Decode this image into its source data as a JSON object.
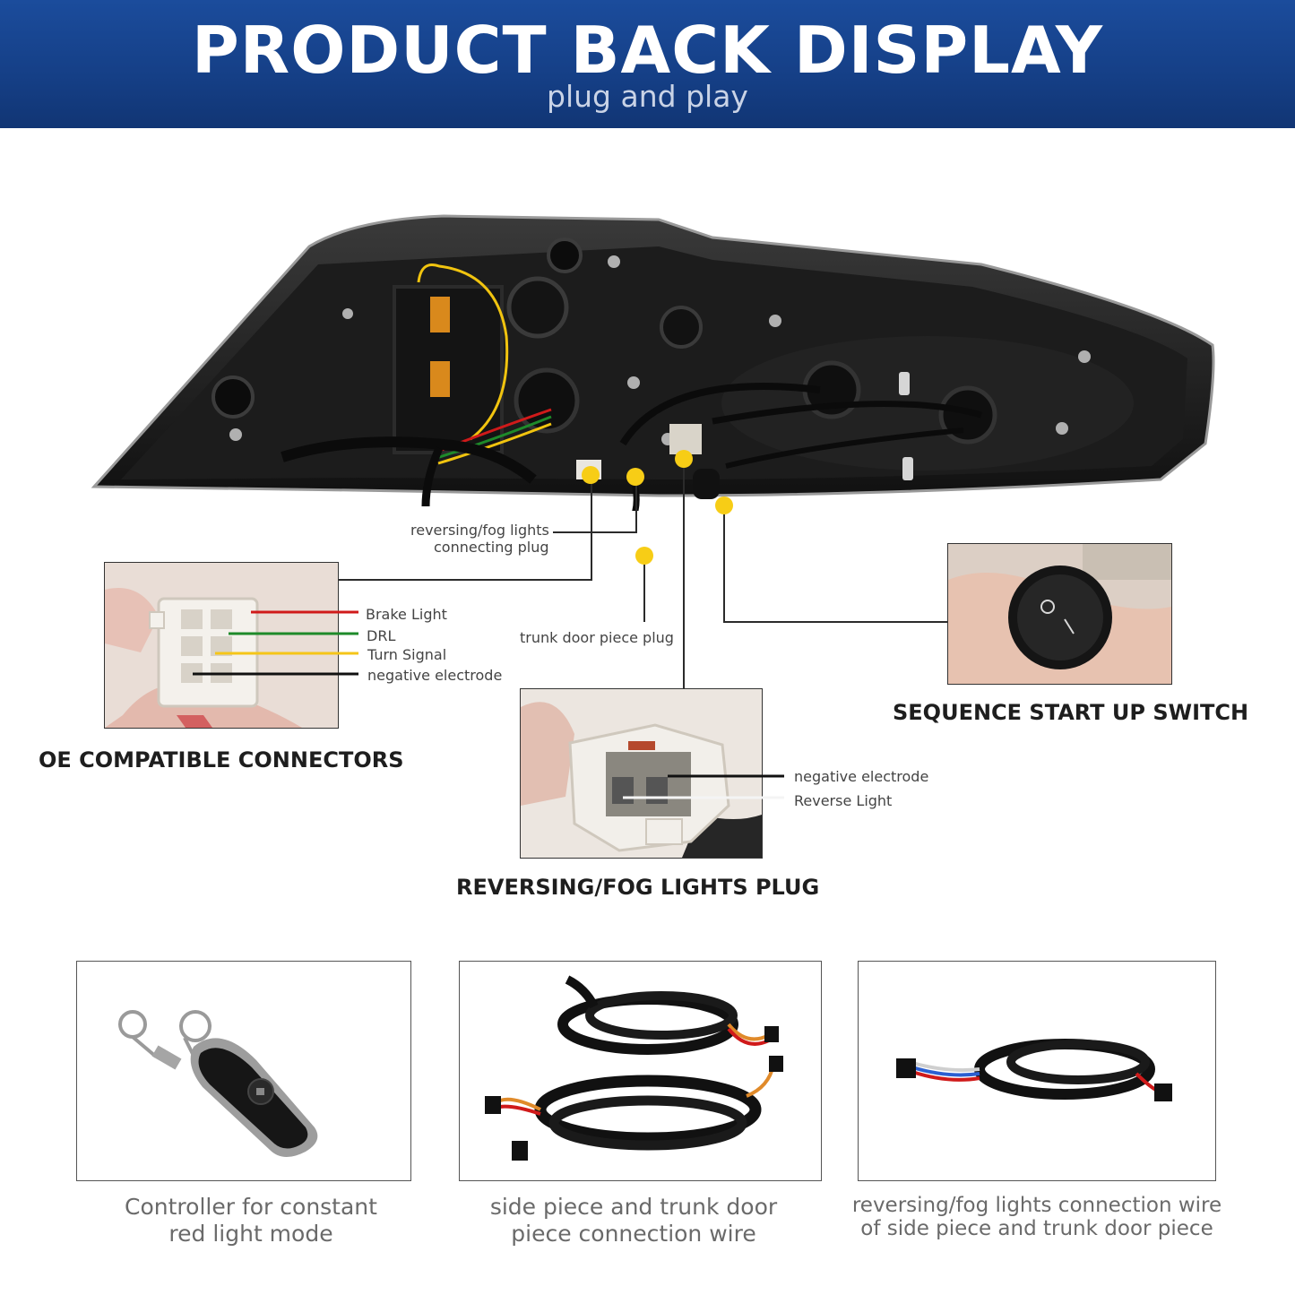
{
  "header": {
    "title": "PRODUCT BACK DISPLAY",
    "subtitle": "plug and play"
  },
  "callouts": {
    "reversing_plug_line1": "reversing/fog lights",
    "reversing_plug_line2": "connecting plug",
    "trunk_plug": "trunk door piece plug"
  },
  "oe_connectors": {
    "title": "OE COMPATIBLE CONNECTORS",
    "wires": [
      {
        "label": "Brake Light",
        "color": "#d01a1a"
      },
      {
        "label": "DRL",
        "color": "#1e8a2a"
      },
      {
        "label": "Turn Signal",
        "color": "#f5c518"
      },
      {
        "label": "negative electrode",
        "color": "#111111"
      }
    ]
  },
  "switch": {
    "title": "SEQUENCE START UP SWITCH"
  },
  "reversing_plug": {
    "title": "REVERSING/FOG LIGHTS PLUG",
    "wires": [
      {
        "label": "negative electrode",
        "color": "#111111"
      },
      {
        "label": "Reverse Light",
        "color": "#ffffff"
      }
    ]
  },
  "accessories": [
    {
      "caption_line1": "Controller for constant",
      "caption_line2": "red light mode"
    },
    {
      "caption_line1": "side piece and trunk door",
      "caption_line2": "piece connection wire"
    },
    {
      "caption_line1": "reversing/fog lights connection wire",
      "caption_line2": "of side piece and trunk door piece"
    }
  ],
  "colors": {
    "banner": "#153f86",
    "callout_dot": "#f7cd16"
  }
}
